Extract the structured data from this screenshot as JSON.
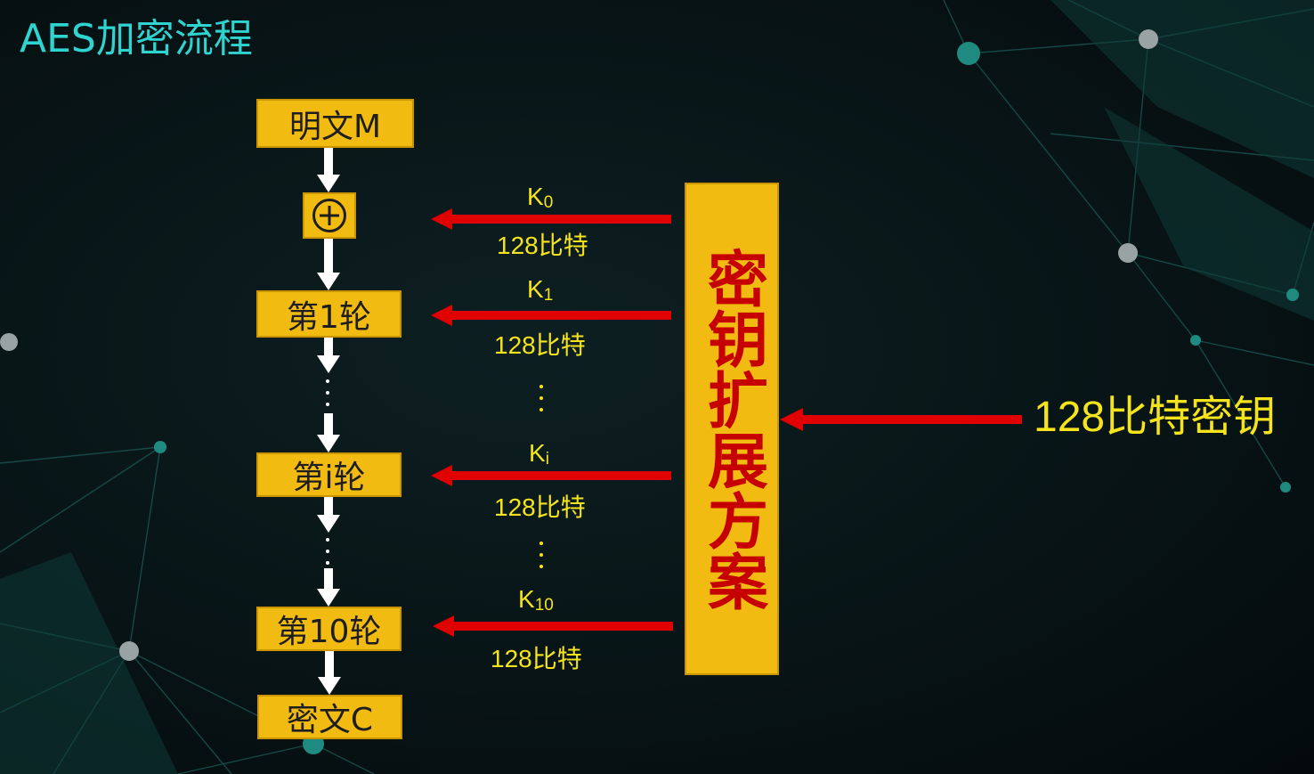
{
  "title": "AES加密流程",
  "flow": {
    "plaintext": "明文M",
    "round1": "第1轮",
    "round_i": "第i轮",
    "round10": "第10轮",
    "ciphertext": "密文C"
  },
  "keys": [
    {
      "k": "K",
      "sub": "0",
      "bits": "128比特"
    },
    {
      "k": "K",
      "sub": "1",
      "bits": "128比特"
    },
    {
      "k": "K",
      "sub": "i",
      "bits": "128比特"
    },
    {
      "k": "K",
      "sub": "10",
      "bits": "128比特"
    }
  ],
  "key_expansion": "密钥扩展方案",
  "input_key": "128比特密钥",
  "colors": {
    "box_fill": "#f2bb12",
    "arrow_red": "#e00000",
    "title_cyan": "#2fd3cf",
    "label_yellow": "#f5e41c",
    "expansion_text": "#c60000"
  }
}
